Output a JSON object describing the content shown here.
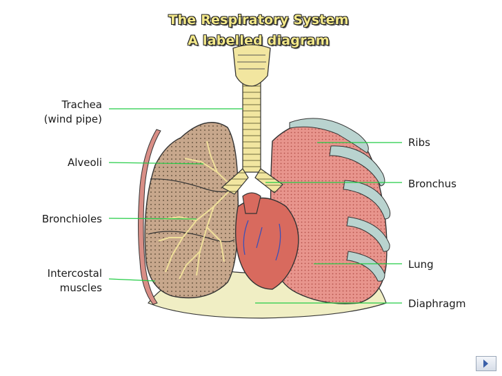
{
  "title": {
    "line1": "The Respiratory System",
    "line2": "A labelled diagram"
  },
  "labels": {
    "trachea_line1": "Trachea",
    "trachea_line2": "(wind pipe)",
    "alveoli": "Alveoli",
    "bronchioles": "Bronchioles",
    "intercostal_line1": "Intercostal",
    "intercostal_line2": "muscles",
    "ribs": "Ribs",
    "bronchus": "Bronchus",
    "lung": "Lung",
    "diaphragm": "Diaphragm"
  },
  "colors": {
    "leader_line": "#22cc44",
    "lung": "#e79a93",
    "lung_cut": "#c9a68a",
    "trachea": "#f2e6a0",
    "heart": "#d86a5e",
    "ribs": "#b9d3cf",
    "diaphragm": "#f0eec4"
  },
  "icons": {
    "nav_button": "next-slide-icon"
  }
}
